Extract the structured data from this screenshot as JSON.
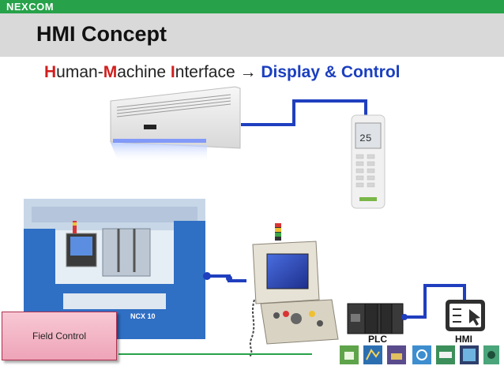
{
  "header": {
    "logo": "NEXCOM"
  },
  "slide": {
    "title": "HMI Concept",
    "subtitle": {
      "h": "H",
      "uman": "uman-",
      "m": "M",
      "achine": "achine ",
      "i": "I",
      "nterface": "nterface → ",
      "highlight": "Display & Control"
    }
  },
  "remote": {
    "display": "25"
  },
  "machine": {
    "brand": "NCX 10"
  },
  "labels": {
    "plc": "PLC",
    "hmi": "HMI"
  },
  "field_control": {
    "label": "Field Control"
  },
  "colors": {
    "brand_green": "#27a24a",
    "accent_red": "#d21e1e",
    "accent_blue": "#1b3fbf",
    "cable_blue": "#1f3fbf"
  },
  "app_icons": [
    "chart-icon",
    "map-icon",
    "factory-icon",
    "gear-icon",
    "truck-icon",
    "panel-icon",
    "camera-icon"
  ]
}
